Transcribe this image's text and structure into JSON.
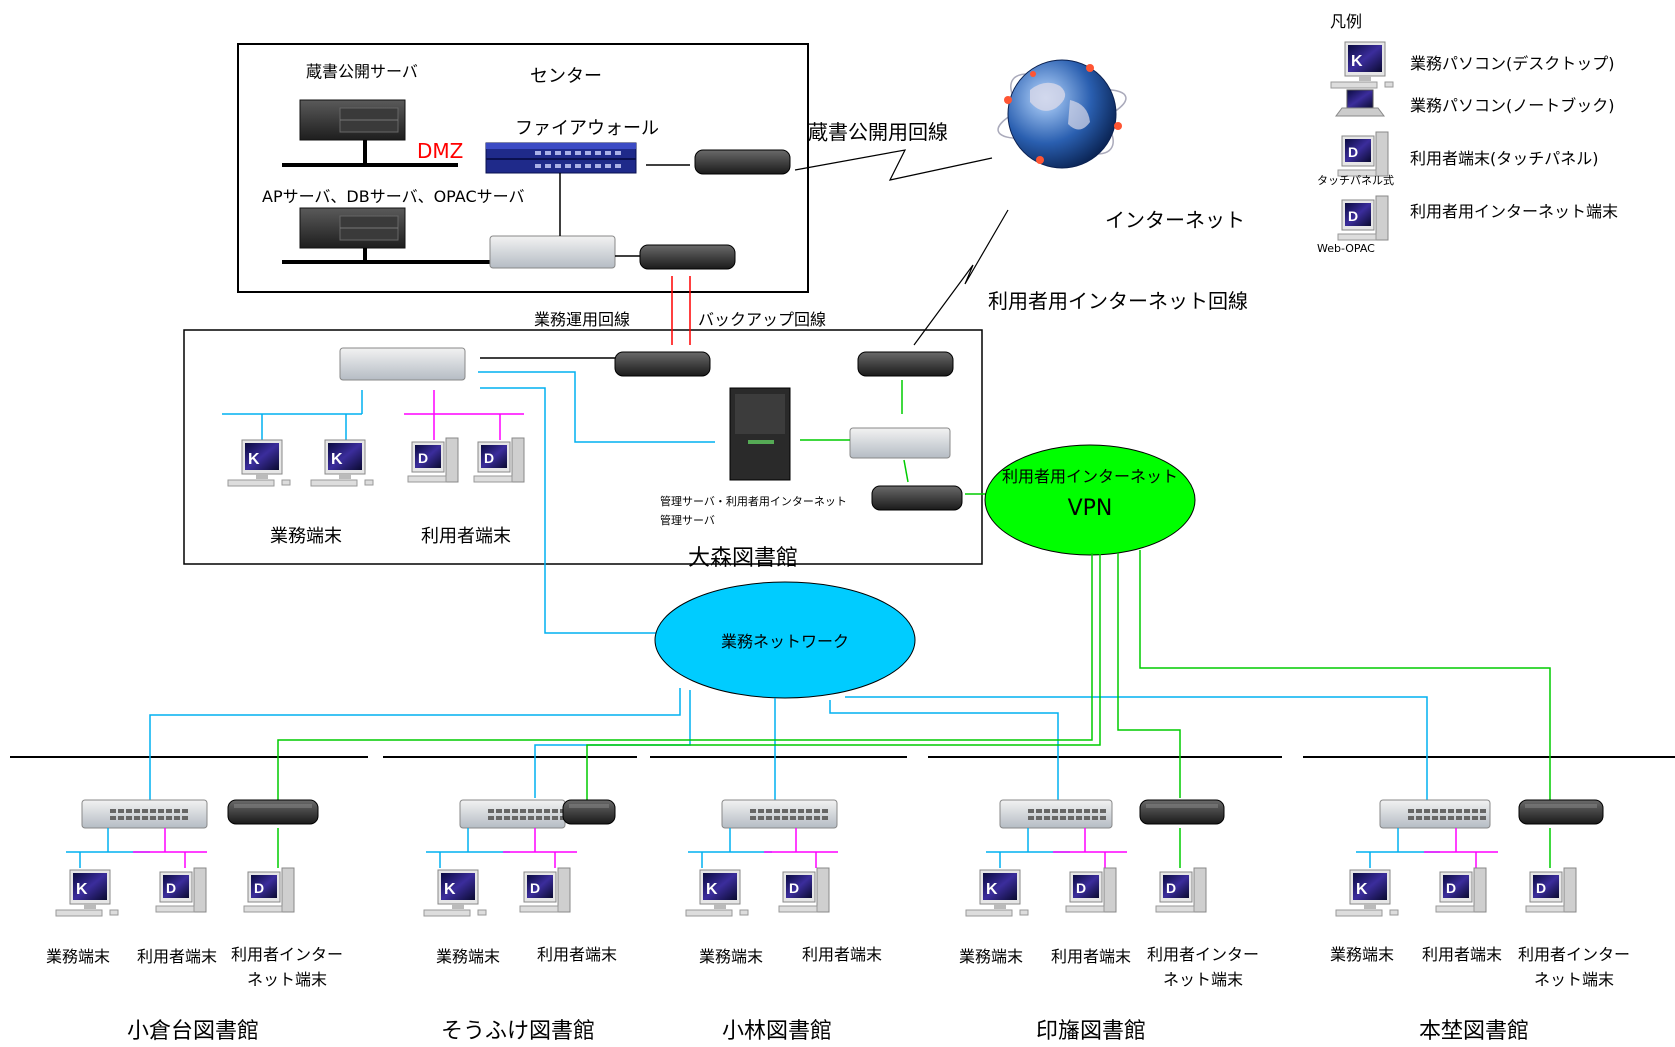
{
  "center": {
    "title": "センター",
    "public_server": "蔵書公開サーバ",
    "dmz": "DMZ",
    "firewall": "ファイアウォール",
    "ap_db_opac": "APサーバ、DBサーバ、OPACサーバ"
  },
  "internet": {
    "label": "インターネット",
    "public_line": "蔵書公開用回線",
    "user_line": "利用者用インターネット回線"
  },
  "lines": {
    "business": "業務運用回線",
    "backup": "バックアップ回線"
  },
  "omori": {
    "name": "大森図書館",
    "business_terminal": "業務端末",
    "user_terminal": "利用者端末",
    "mgmt_server_1": "管理サーバ・利用者用インターネット",
    "mgmt_server_2": "管理サーバ"
  },
  "vpn": {
    "line1": "利用者用インターネット",
    "line2": "VPN"
  },
  "business_network": {
    "label": "業務ネットワーク"
  },
  "legend": {
    "title": "凡例",
    "items": [
      {
        "label": "業務パソコン(デスクトップ)"
      },
      {
        "label": "業務パソコン(ノートブック)"
      },
      {
        "label": "利用者端末(タッチパネル)",
        "sub": "タッチパネル式"
      },
      {
        "label": "利用者用インターネット端末",
        "sub": "Web-OPAC"
      }
    ]
  },
  "branches": [
    {
      "name": "小倉台図書館",
      "t1": "業務端末",
      "t2": "利用者端末",
      "t3a": "利用者インター",
      "t3b": "ネット端末"
    },
    {
      "name": "そうふけ図書館",
      "t1": "業務端末",
      "t2": "利用者端末"
    },
    {
      "name": "小林図書館",
      "t1": "業務端末",
      "t2": "利用者端末"
    },
    {
      "name": "印旛図書館",
      "t1": "業務端末",
      "t2": "利用者端末",
      "t3a": "利用者インター",
      "t3b": "ネット端末"
    },
    {
      "name": "本埜図書館",
      "t1": "業務端末",
      "t2": "利用者端末",
      "t3a": "利用者インター",
      "t3b": "ネット端末"
    }
  ],
  "colors": {
    "business": "#00b0f0",
    "user": "#ff00ff",
    "internet": "#00cc00",
    "vpn_fill": "#00ff00",
    "bnet_fill": "#00ccff",
    "backup": "#ff0000"
  }
}
